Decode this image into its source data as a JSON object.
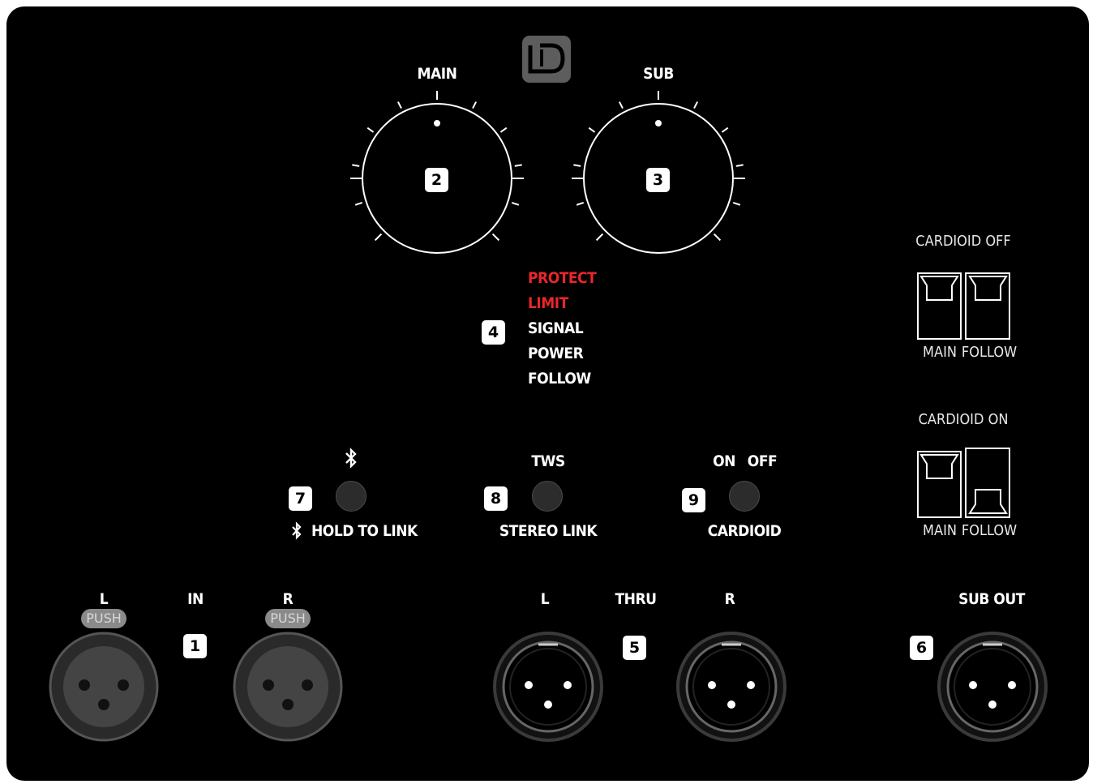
{
  "logo": {
    "text": "LD"
  },
  "knobs": {
    "main": {
      "label": "MAIN",
      "badge": "2"
    },
    "sub": {
      "label": "SUB",
      "badge": "3"
    }
  },
  "leds": {
    "badge": "4",
    "items": [
      {
        "label": "PROTECT",
        "color": "#e8262a"
      },
      {
        "label": "LIMIT",
        "color": "#e8262a"
      },
      {
        "label": "SIGNAL",
        "color": "#ffffff"
      },
      {
        "label": "POWER",
        "color": "#ffffff"
      },
      {
        "label": "FOLLOW",
        "color": "#ffffff"
      }
    ]
  },
  "cardioid_diagrams": {
    "off": {
      "title": "CARDIOID OFF",
      "main": "MAIN",
      "follow": "FOLLOW"
    },
    "on": {
      "title": "CARDIOID ON",
      "main": "MAIN",
      "follow": "FOLLOW"
    }
  },
  "buttons": {
    "bluetooth": {
      "badge": "7",
      "label": "HOLD TO LINK",
      "icon": "bluetooth-icon"
    },
    "tws": {
      "badge": "8",
      "top_label": "TWS",
      "label": "STEREO LINK"
    },
    "cardioid": {
      "badge": "9",
      "on_label": "ON",
      "off_label": "OFF",
      "label": "CARDIOID"
    }
  },
  "inputs": {
    "badge": "1",
    "label": "IN",
    "left": {
      "label": "L",
      "push": "PUSH"
    },
    "right": {
      "label": "R",
      "push": "PUSH"
    }
  },
  "thru": {
    "badge": "5",
    "label": "THRU",
    "left": "L",
    "right": "R"
  },
  "sub_out": {
    "badge": "6",
    "label": "SUB OUT"
  },
  "colors": {
    "panel": "#000000",
    "accent_red": "#e8262a",
    "logo_bg": "#5d5d5d"
  }
}
